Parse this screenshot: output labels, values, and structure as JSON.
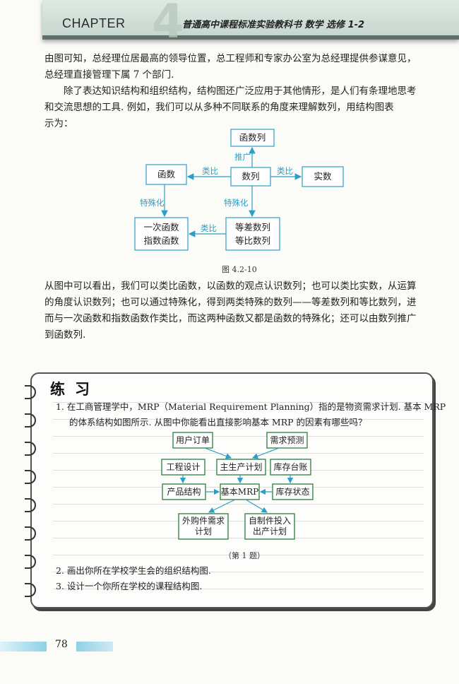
{
  "header": {
    "chapter_label": "CHAPTER",
    "chapter_number": "4",
    "book_title": "普通高中课程标准实验教科书   数学   选修 1-2"
  },
  "paragraphs": {
    "p1_line1": "由图可知，总经理位居最高的领导位置，总工程师和专家办公室为总经理提供参谋意见，",
    "p1_line2": "总经理直接管理下属 7 个部门.",
    "p2_line1": "除了表达知识结构和组织结构，结构图还广泛应用于其他情形，是人们有条理地思考",
    "p2_line2": "和交流思想的工具. 例如，我们可以从多种不同联系的角度来理解数列，用结构图表",
    "p2_line3": "示为：",
    "p3_line1": "从图中可以看出，我们可以类比函数，以函数的观点认识数列；也可以类比实数，从运算",
    "p3_line2": "的角度认识数列；也可以通过特殊化，得到两类特殊的数列——等差数列和等比数列，进",
    "p3_line3": "而与一次函数和指数函数作类比，而这两种函数又都是函数的特殊化；还可以由数列推广",
    "p3_line4": "到函数列."
  },
  "diagram1": {
    "nodes": {
      "hanshulie": "函数列",
      "hanshu": "函数",
      "shulie": "数列",
      "shishu": "实数",
      "linear_line1": "一次函数",
      "linear_line2": "指数函数",
      "arith_line1": "等差数列",
      "arith_line2": "等比数列"
    },
    "edges": {
      "tuiguang": "推广",
      "leibi_left": "类比",
      "leibi_right": "类比",
      "teshuhua_left": "特殊化",
      "teshuhua_center": "特殊化",
      "leibi_bottom": "类比"
    },
    "caption": "图 4.2-10"
  },
  "practice": {
    "title": "练习",
    "q1_line1": "1.  在工商管理学中，MRP（Material Requirement Planning）指的是物资需求计划. 基本 MRP",
    "q1_line2": "的体系结构如图所示. 从图中你能看出直接影响基本 MRP 的因素有哪些吗？",
    "mrp": {
      "user_order": "用户订单",
      "demand_forecast": "需求预测",
      "engineering_design": "工程设计",
      "master_schedule": "主生产计划",
      "inventory_ledger": "库存台账",
      "product_structure": "产品结构",
      "basic_mrp": "基本MRP",
      "inventory_status": "库存状态",
      "outsource_line1": "外购件需求",
      "outsource_line2": "计划",
      "self_made_line1": "自制件投入",
      "self_made_line2": "出产计划"
    },
    "q1_caption": "（第 1 题）",
    "q2": "2.  画出你所在学校学生会的组织结构图.",
    "q3": "3.  设计一个你所在学校的课程结构图."
  },
  "footer": {
    "page_number": "78"
  },
  "colors": {
    "arrow": "#2a9fc8",
    "box_border": "#2a9fc8",
    "mrp_box": "#2a7d3a",
    "mrp_arrow": "#2a9fc8",
    "footer_bar": "#9fd6e8"
  }
}
